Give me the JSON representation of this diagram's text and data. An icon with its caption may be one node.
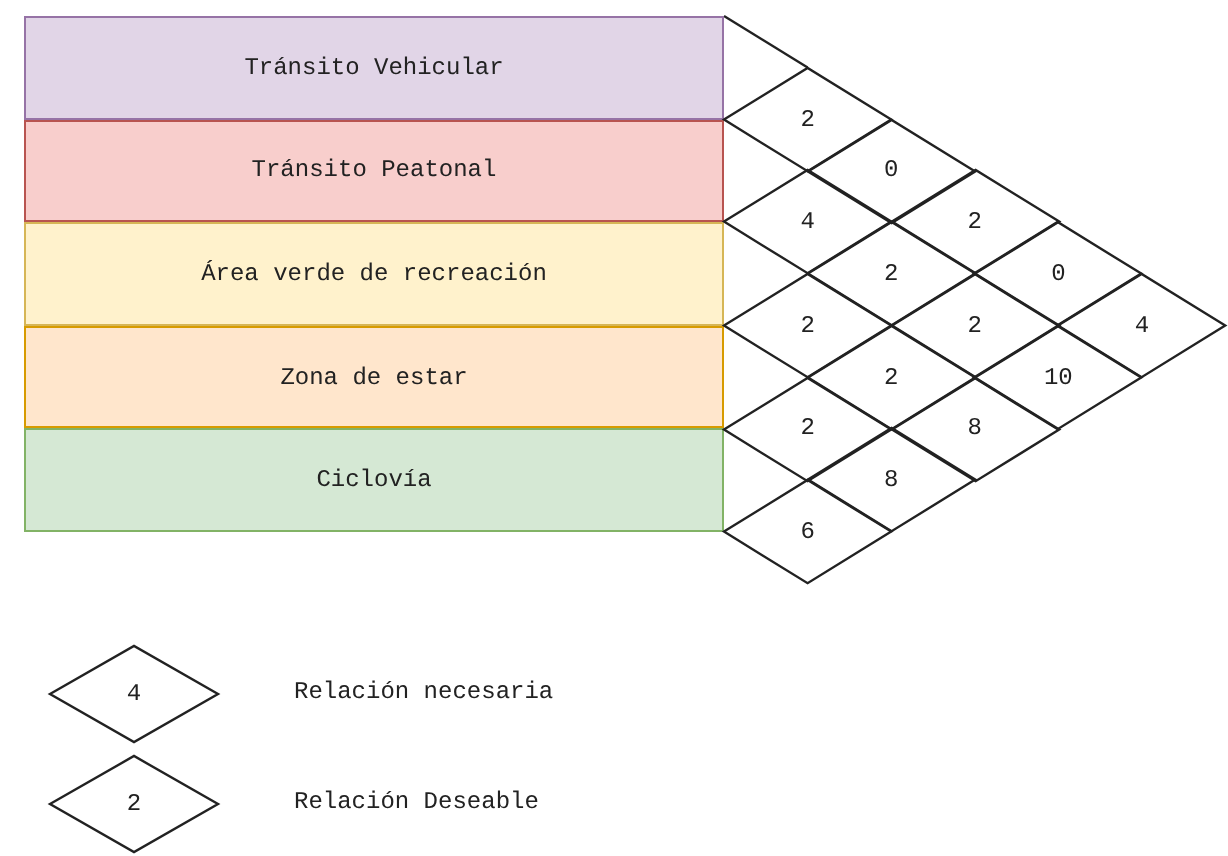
{
  "diagram": {
    "nodes": [
      {
        "text": [
          "Tránsito Vehicular"
        ]
      },
      {
        "text": [
          "Tránsito Peatonal"
        ]
      },
      {
        "text": [
          "Área verde de recreación"
        ]
      },
      {
        "text": [
          "Zona de estar"
        ]
      },
      {
        "text": [
          "Ciclovía"
        ]
      },
      {
        "text": [
          "2"
        ]
      },
      {
        "text": [
          "0"
        ]
      },
      {
        "text": [
          "4"
        ]
      },
      {
        "text": [
          "2"
        ]
      },
      {
        "text": [
          "2"
        ]
      },
      {
        "text": [
          "0"
        ]
      },
      {
        "text": [
          "2"
        ]
      },
      {
        "text": [
          "2"
        ]
      },
      {
        "text": [
          "4"
        ]
      },
      {
        "text": [
          "2"
        ]
      },
      {
        "text": [
          "10"
        ]
      },
      {
        "text": [
          "2"
        ]
      },
      {
        "text": [
          "8"
        ]
      },
      {
        "text": [
          "8"
        ]
      },
      {
        "text": [
          "6"
        ]
      },
      {
        "text": [
          "4"
        ],
        "beside": [
          "Relación necesaria"
        ]
      },
      {
        "text": [
          "2"
        ],
        "beside": [
          "Relación Deseable"
        ]
      }
    ]
  }
}
